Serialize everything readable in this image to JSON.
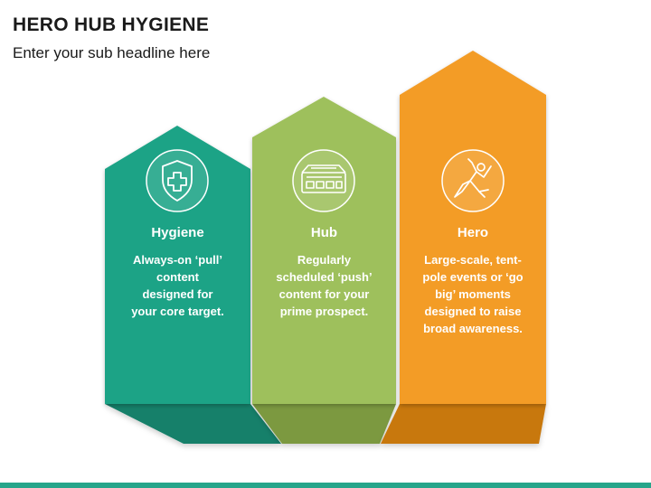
{
  "header": {
    "title": "HERO HUB HYGIENE",
    "subtitle": "Enter your sub headline here"
  },
  "colors": {
    "hygiene": "#1fa386",
    "hygiene_dark": "#17806a",
    "hub": "#9ec05b",
    "hub_dark": "#7b9940",
    "hero": "#f39c28",
    "hero_dark": "#c8780e",
    "accent_bar": "#26a58a"
  },
  "cards": [
    {
      "icon": "shield-plus-icon",
      "heading": "Hygiene",
      "body_lines": [
        "Always-on ‘pull’",
        "content",
        "designed for",
        "your core target."
      ]
    },
    {
      "icon": "network-switch-icon",
      "heading": "Hub",
      "body_lines": [
        "Regularly",
        "scheduled ‘push’",
        "content for your",
        "prime prospect."
      ]
    },
    {
      "icon": "flying-hero-icon",
      "heading": "Hero",
      "body_lines": [
        "Large-scale, tent-",
        "pole events or ‘go",
        "big’ moments",
        "designed to raise",
        "broad awareness."
      ]
    }
  ]
}
